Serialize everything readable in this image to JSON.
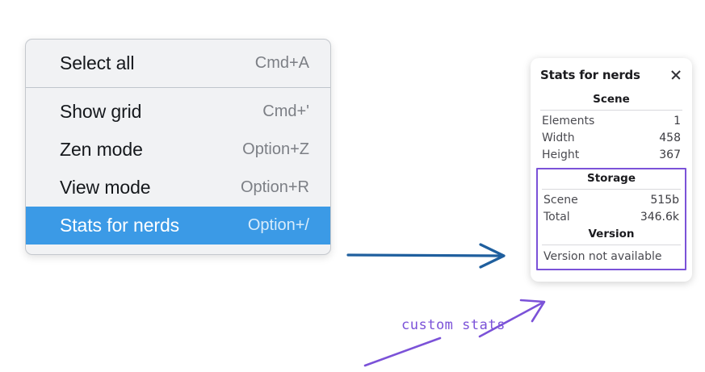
{
  "context_menu": {
    "groups": [
      {
        "items": [
          {
            "label": "Select all",
            "shortcut": "Cmd+A",
            "selected": false
          }
        ]
      },
      {
        "items": [
          {
            "label": "Show grid",
            "shortcut": "Cmd+'",
            "selected": false
          },
          {
            "label": "Zen mode",
            "shortcut": "Option+Z",
            "selected": false
          },
          {
            "label": "View mode",
            "shortcut": "Option+R",
            "selected": false
          },
          {
            "label": "Stats for nerds",
            "shortcut": "Option+/",
            "selected": true
          }
        ]
      }
    ],
    "highlight_color": "#3b9ae6"
  },
  "stats_panel": {
    "title": "Stats for nerds",
    "close_icon": "close-icon",
    "scene": {
      "heading": "Scene",
      "rows": [
        {
          "key": "Elements",
          "value": "1"
        },
        {
          "key": "Width",
          "value": "458"
        },
        {
          "key": "Height",
          "value": "367"
        }
      ]
    },
    "storage": {
      "heading": "Storage",
      "rows": [
        {
          "key": "Scene",
          "value": "515b"
        },
        {
          "key": "Total",
          "value": "346.6k"
        }
      ]
    },
    "version": {
      "heading": "Version",
      "text": "Version not available"
    },
    "highlight_outline_color": "#7b52d8"
  },
  "annotations": {
    "text": "custom stats",
    "text_color": "#7b52d8",
    "blue_arrow_color": "#1f5f9e"
  }
}
